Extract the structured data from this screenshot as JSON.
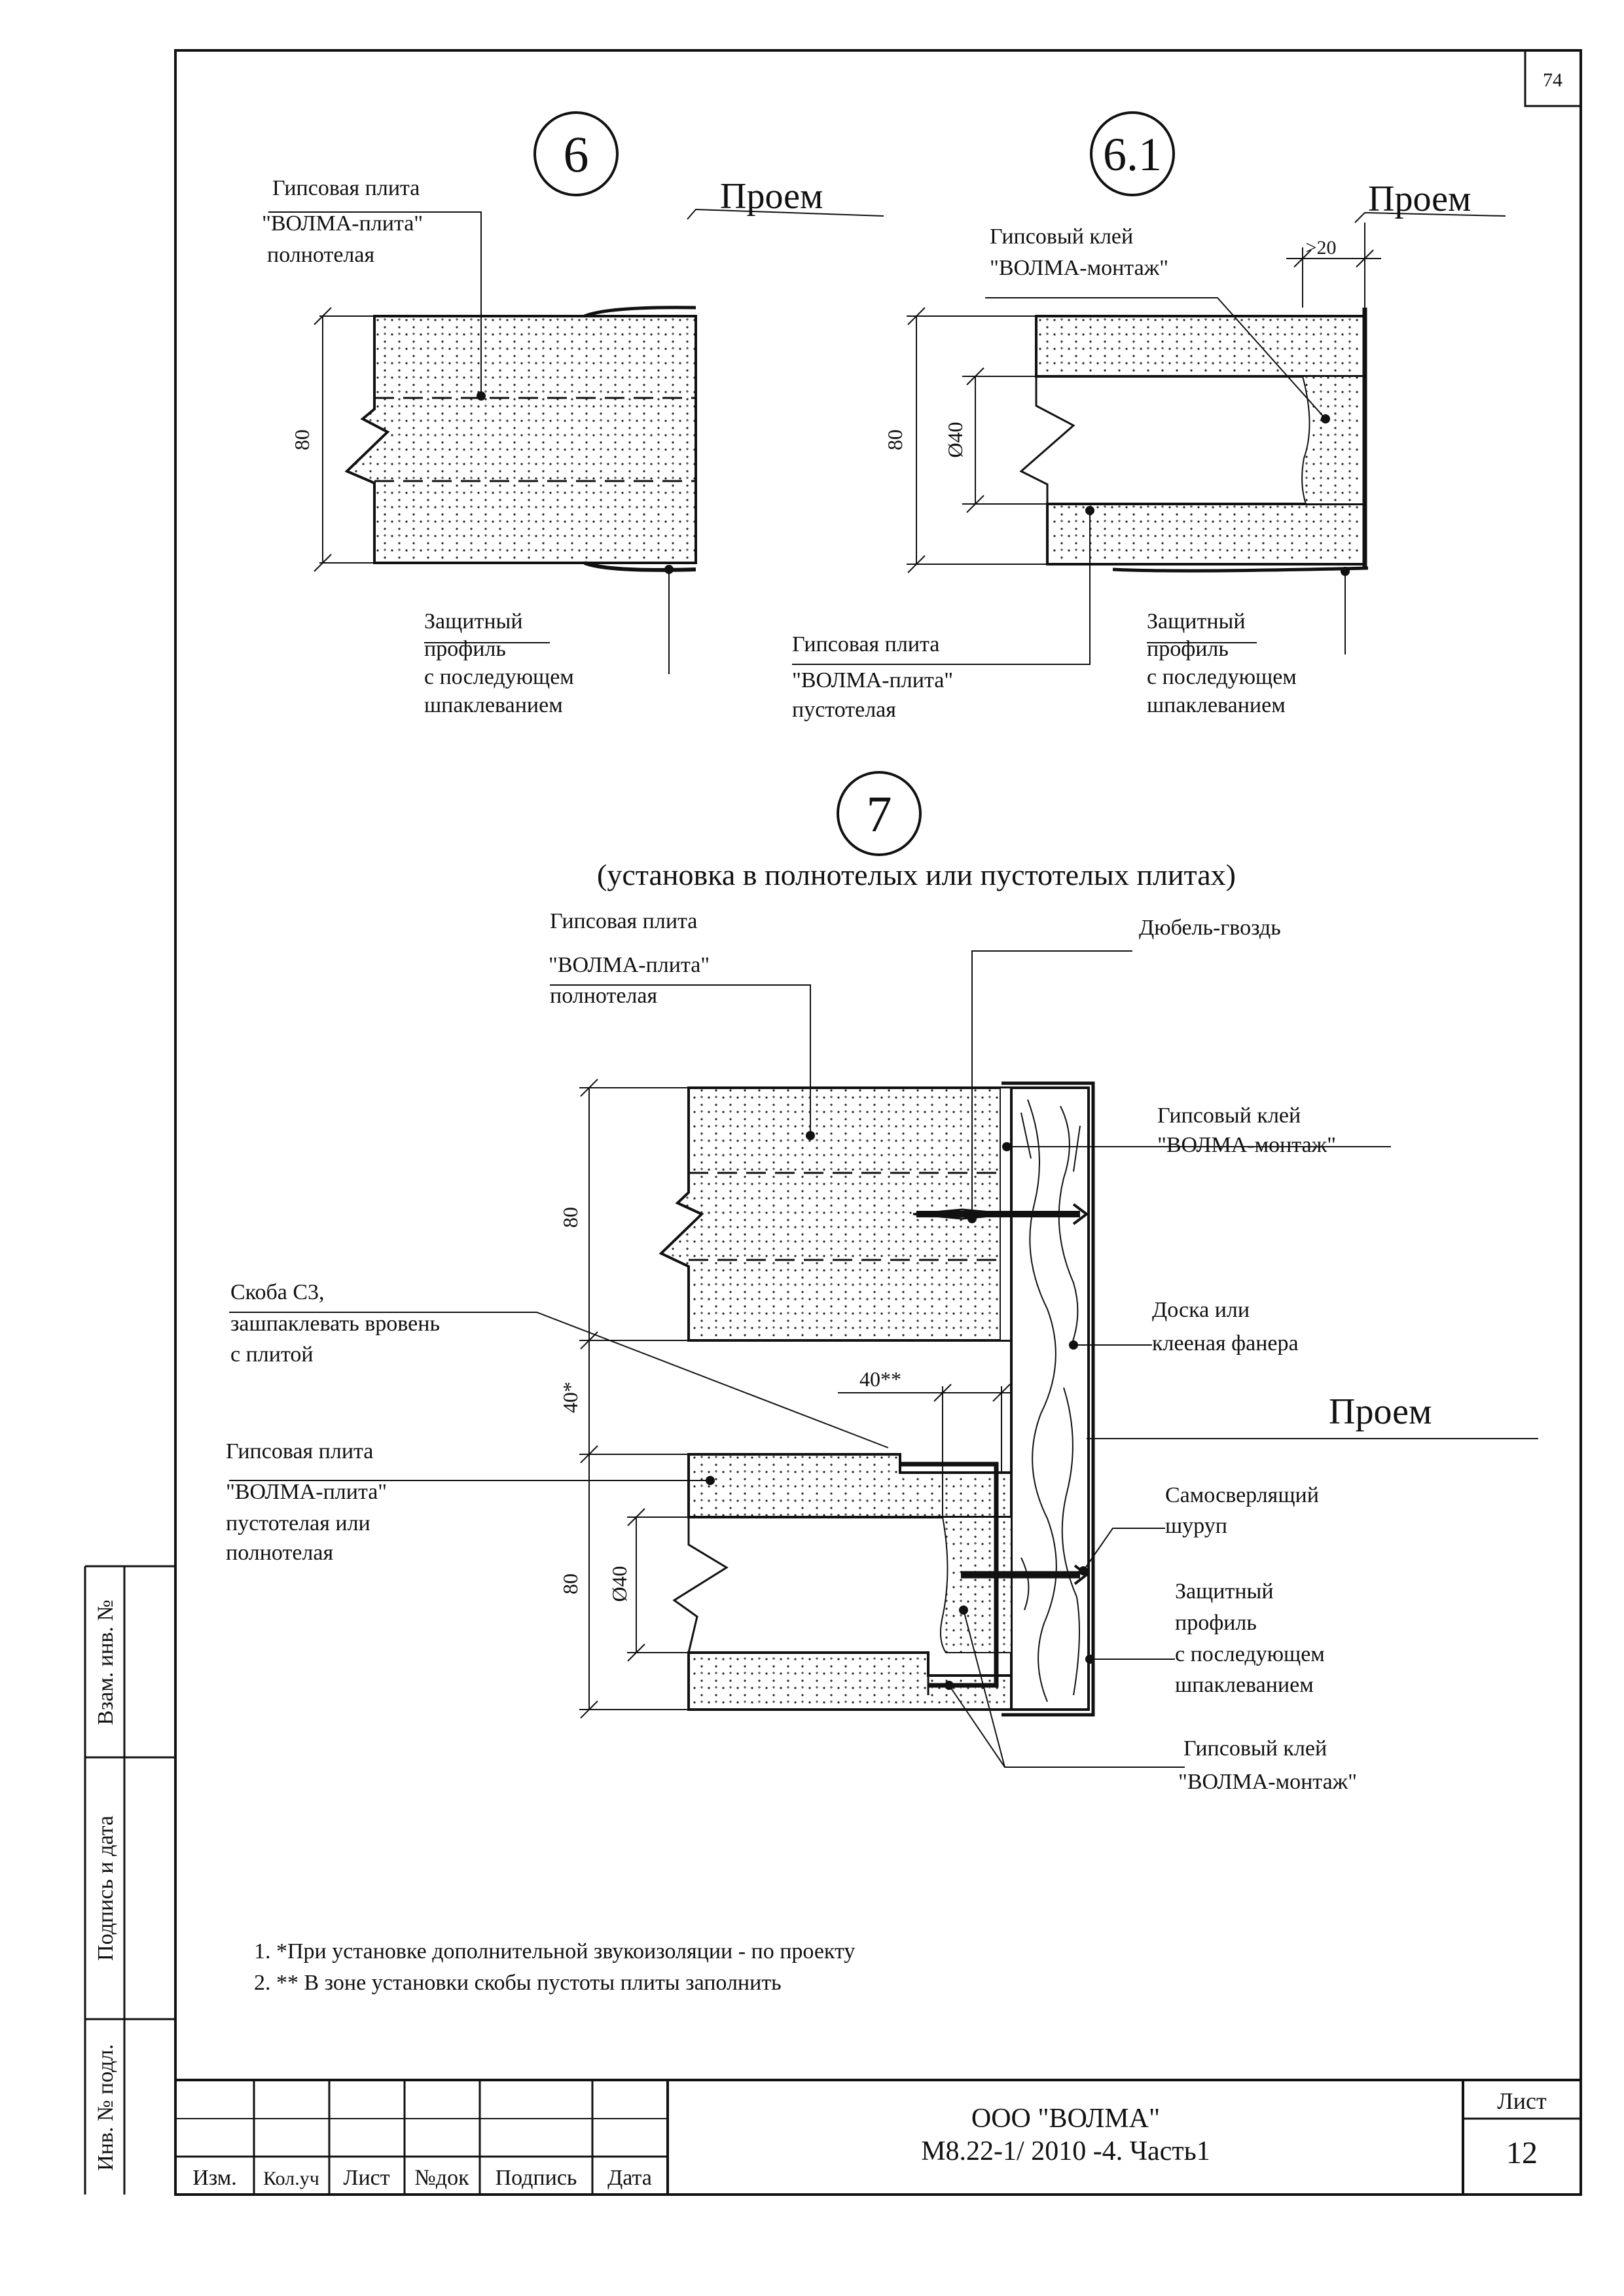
{
  "page_number": "74",
  "details": {
    "d6": {
      "marker": "6",
      "opening": "Проем",
      "slab_line1": "Гипсовая плита",
      "slab_line2": "\"ВОЛМА-плита\"",
      "slab_line3": "полнотелая",
      "dim_80": "80",
      "profile_line1": "Защитный",
      "profile_line2": "профиль",
      "profile_line3": "с последующем",
      "profile_line4": "шпаклеванием"
    },
    "d61": {
      "marker": "6.1",
      "opening": "Проем",
      "glue_line1": "Гипсовый клей",
      "glue_line2": "\"ВОЛМА-монтаж\"",
      "dim_20": ">20",
      "dim_80": "80",
      "dim_40": "Ø40",
      "slab_line1": "Гипсовая  плита",
      "slab_line2": "\"ВОЛМА-плита\"",
      "slab_line3": "пустотелая",
      "profile_line1": "Защитный",
      "profile_line2": "профиль",
      "profile_line3": "с последующем",
      "profile_line4": "шпаклеванием"
    },
    "d7": {
      "marker": "7",
      "subtitle": "(установка в полнотелых или пустотелых плитах)",
      "slab_top_line1": "Гипсовая плита",
      "slab_top_line2": "\"ВОЛМА-плита\"",
      "slab_top_line3": "полнотелая",
      "dowel": "Дюбель-гвоздь",
      "glue_top_line1": "Гипсовый клей",
      "glue_top_line2": "\"ВОЛМА-монтаж\"",
      "dim_80_top": "80",
      "bracket_line1": "Скоба С3,",
      "bracket_line2": "зашпаклевать вровень",
      "bracket_line3": "с плитой",
      "board_line1": "Доска или",
      "board_line2": "клееная фанера",
      "dim_40s": "40*",
      "dim_40ss": "40**",
      "opening": "Проем",
      "slab_bot_line1": "Гипсовая  плита",
      "slab_bot_line2": "\"ВОЛМА-плита\"",
      "slab_bot_line3": "пустотелая или",
      "slab_bot_line4": "полнотелая",
      "screw_line1": "Самосверлящий",
      "screw_line2": "шуруп",
      "dim_80_bot": "80",
      "dim_40_bot": "Ø40",
      "profile_line1": "Защитный",
      "profile_line2": "профиль",
      "profile_line3": "с последующем",
      "profile_line4": "шпаклеванием",
      "glue_bot_line1": "Гипсовый клей",
      "glue_bot_line2": "\"ВОЛМА-монтаж\""
    }
  },
  "notes": [
    "1. *При установке дополнительной звукоизоляции - по проекту",
    "2. ** В зоне установки скобы пустоты плиты заполнить"
  ],
  "side_stamp": [
    "Взам. инв. №",
    "Подпись и дата",
    "Инв. № подл."
  ],
  "title_block": {
    "headers": [
      "Изм.",
      "Кол.уч",
      "Лист",
      "№док",
      "Подпись",
      "Дата"
    ],
    "company": "ООО \"ВОЛМА\"",
    "doc_code": "М8.22-1/ 2010 -4. Часть1",
    "sheet_label": "Лист",
    "sheet_number": "12"
  }
}
